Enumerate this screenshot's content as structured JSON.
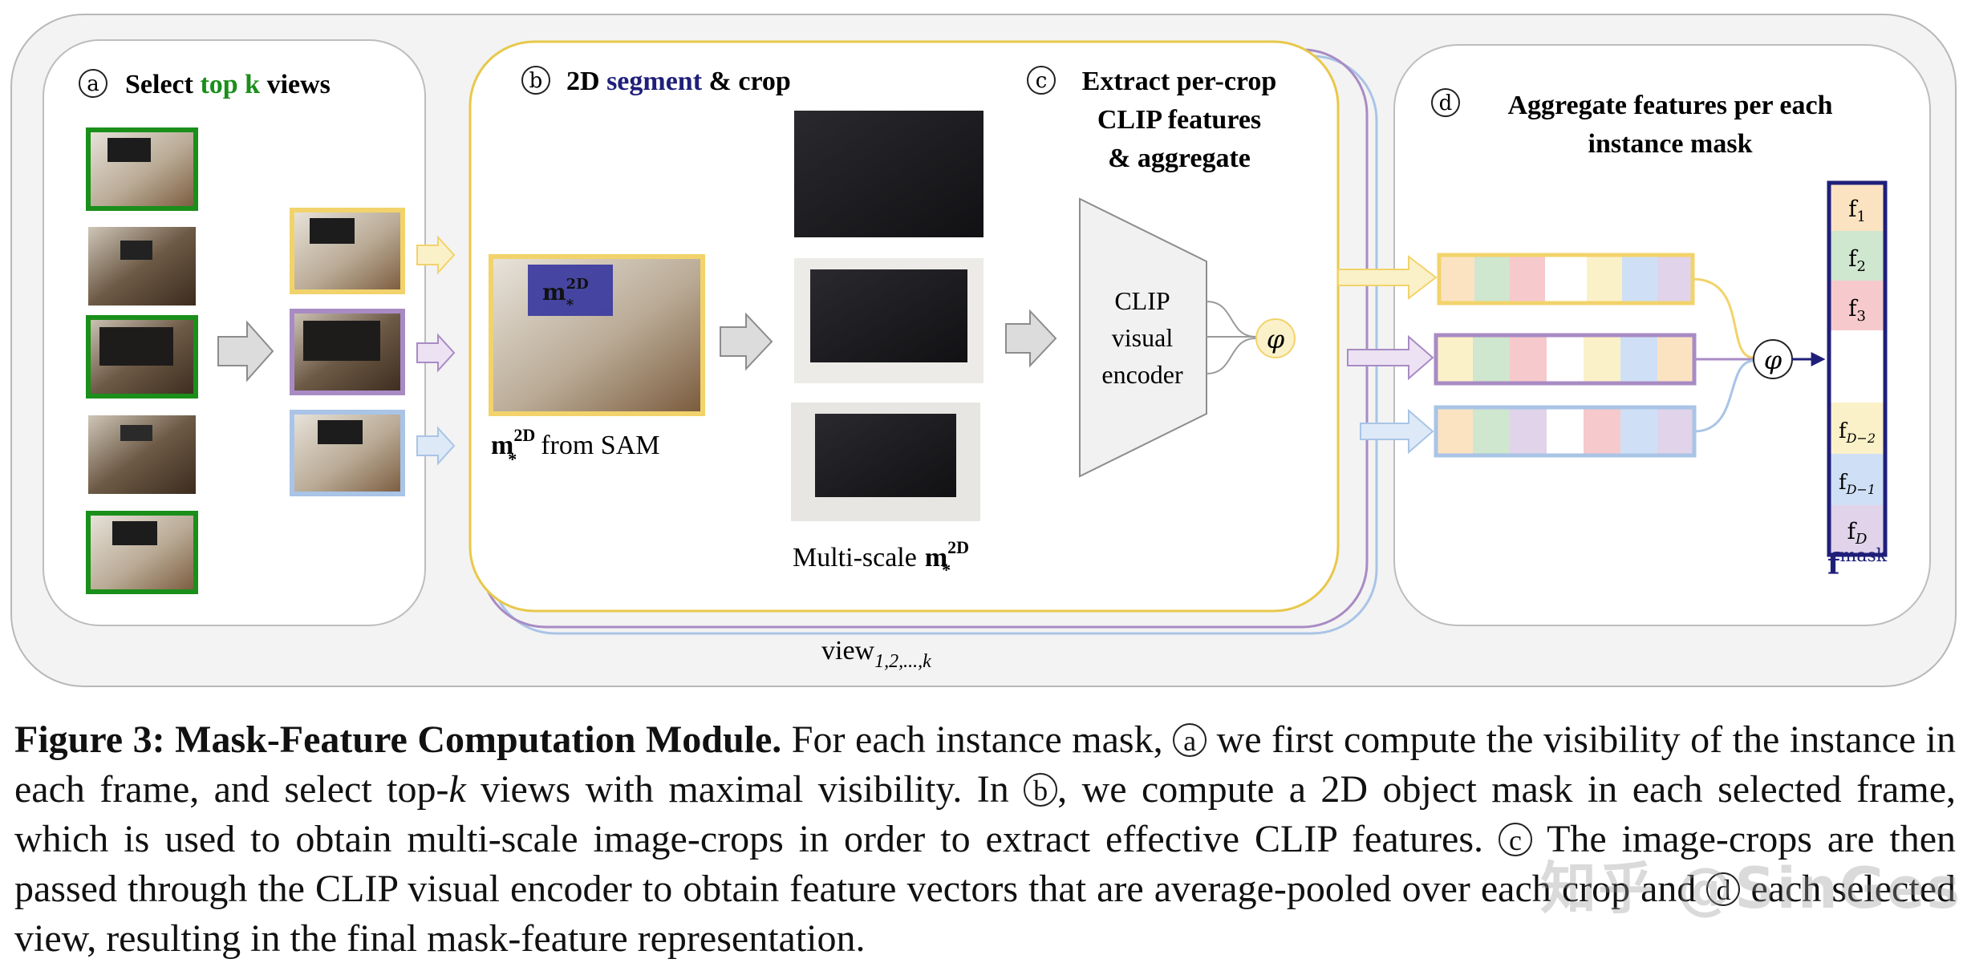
{
  "panels": {
    "a": {
      "marker": "a",
      "title_pre": "Select ",
      "title_green": "top k",
      "title_post": " views"
    },
    "b": {
      "marker": "b",
      "title_pre": "2D ",
      "title_blue": "segment",
      "title_post": " & crop"
    },
    "c": {
      "marker": "c",
      "title_lines": [
        "Extract per-crop",
        "CLIP features",
        "& aggregate"
      ]
    },
    "d": {
      "marker": "d",
      "title_lines": [
        "Aggregate features per each",
        "instance mask"
      ]
    }
  },
  "labels": {
    "mask_symbol": "m",
    "mask_sub": "*",
    "mask_sup": "2D",
    "from_sam": "from SAM",
    "multi_scale": "Multi-scale",
    "encoder_lines": [
      "CLIP",
      "visual",
      "encoder"
    ],
    "phi": "φ",
    "view_base": "view",
    "view_sub": "1,2,...,k",
    "fmask_base": "f",
    "fmask_sup": "mask"
  },
  "feature_vector": [
    {
      "base": "f",
      "sub": "1"
    },
    {
      "base": "f",
      "sub": "2"
    },
    {
      "base": "f",
      "sub": "3"
    },
    {
      "base": "",
      "sub": ""
    },
    {
      "base": "f",
      "sub": "D−2"
    },
    {
      "base": "f",
      "sub": "D−1"
    },
    {
      "base": "f",
      "sub": "D"
    }
  ],
  "colors": {
    "green": "#1a8f1a",
    "yellow": "#f2d36b",
    "purple": "#a88bc4",
    "blue": "#a9c4e6",
    "navy": "#1f1f7a",
    "cell_orange": "#fbe3c2",
    "cell_green": "#cfe6cf",
    "cell_red": "#f6c9cc",
    "cell_yellow": "#fbf1c9",
    "cell_blue": "#cfe0f6",
    "cell_purple": "#e0d3ea",
    "panel_bg": "#f3f3f3"
  },
  "caption": {
    "fig_label": "Figure 3: Mask-Feature Computation Module.",
    "seg1": " For each instance mask, ",
    "m1": "a",
    "seg2": " we first compute the visibility of the instance in each frame, and select top-",
    "k": "k",
    "seg3": " views with maximal visibility. In ",
    "m2": "b",
    "seg4": ", we compute a 2D object mask in each selected frame, which is used to obtain multi-scale image-crops in order to extract effective CLIP features. ",
    "m3": "c",
    "seg5": " The image-crops are then passed through the CLIP visual encoder to obtain feature vectors that are average-pooled over each crop and ",
    "m4": "d",
    "seg6": " each selected view, resulting in the final mask-feature representation."
  },
  "watermark": "知乎 @SinGes"
}
